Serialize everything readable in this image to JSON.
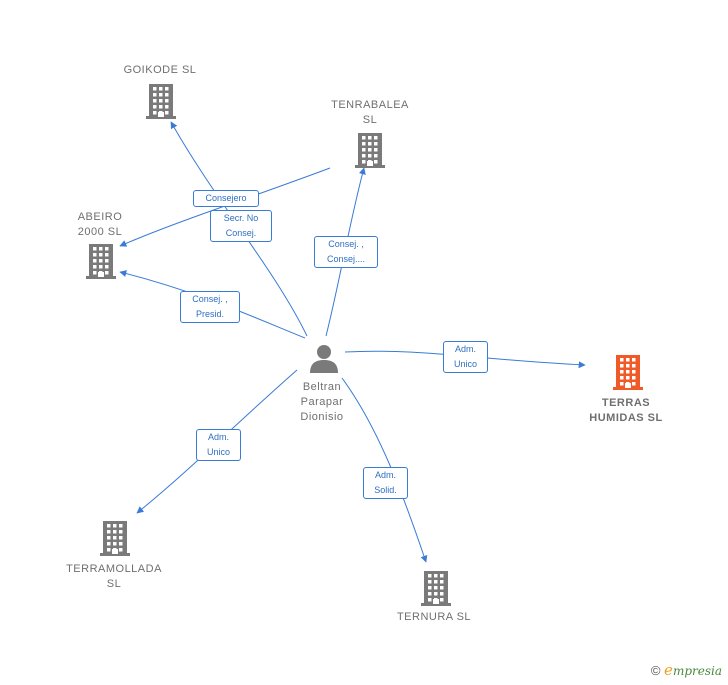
{
  "colors": {
    "edge": "#3a7bd5",
    "building": "#7a7a7a",
    "focus_building": "#f05a28",
    "person": "#7a7a7a"
  },
  "person": {
    "label": "Beltran\nParapar\nDionisio"
  },
  "companies": {
    "goikode": "GOIKODE  SL",
    "tenrabalea": "TENRABALEA\nSL",
    "abeiro": "ABEIRO\n2000 SL",
    "terras": "TERRAS\nHUMIDAS  SL",
    "terramollada": "TERRAMOLLADA\nSL",
    "ternura": "TERNURA  SL"
  },
  "relations": {
    "consejero": "Consejero",
    "secr_no_consej": "Secr.  No\nConsej.",
    "consej_consej": "Consej. ,\nConsej....",
    "consej_presid": "Consej. ,\nPresid.",
    "adm_unico_terras": "Adm.\nUnico",
    "adm_unico_terramollada": "Adm.\nUnico",
    "adm_solid": "Adm.\nSolid."
  },
  "footer": {
    "symbol": "©",
    "brand_initial": "e",
    "brand_rest": "mpresia"
  }
}
